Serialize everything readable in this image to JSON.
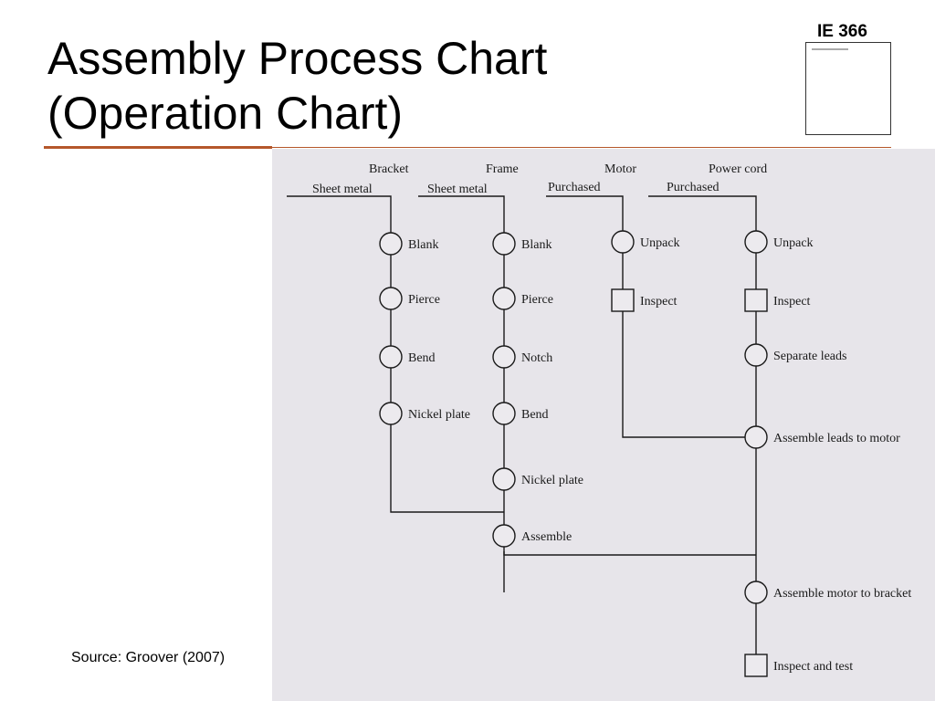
{
  "slide": {
    "title_line1": "Assembly Process Chart",
    "title_line2": "(Operation Chart)",
    "course": "IE 366",
    "source": "Source: Groover (2007)"
  },
  "colors": {
    "accent": "#b5572b",
    "scan_background": "#e7e5ea",
    "diagram_ink": "#1a1a1a"
  },
  "diagram": {
    "components": [
      {
        "name": "Bracket",
        "material": "Sheet metal"
      },
      {
        "name": "Frame",
        "material": "Sheet metal"
      },
      {
        "name": "Motor",
        "material": "Purchased"
      },
      {
        "name": "Power cord",
        "material": "Purchased"
      }
    ],
    "steps": {
      "bracket": [
        {
          "type": "operation",
          "label": "Blank"
        },
        {
          "type": "operation",
          "label": "Pierce"
        },
        {
          "type": "operation",
          "label": "Bend"
        },
        {
          "type": "operation",
          "label": "Nickel plate"
        }
      ],
      "frame": [
        {
          "type": "operation",
          "label": "Blank"
        },
        {
          "type": "operation",
          "label": "Pierce"
        },
        {
          "type": "operation",
          "label": "Notch"
        },
        {
          "type": "operation",
          "label": "Bend"
        },
        {
          "type": "operation",
          "label": "Nickel plate"
        },
        {
          "type": "operation",
          "label": "Assemble"
        }
      ],
      "motor": [
        {
          "type": "operation",
          "label": "Unpack"
        },
        {
          "type": "inspection",
          "label": "Inspect"
        }
      ],
      "cord": [
        {
          "type": "operation",
          "label": "Unpack"
        },
        {
          "type": "inspection",
          "label": "Inspect"
        },
        {
          "type": "operation",
          "label": "Separate leads"
        },
        {
          "type": "operation",
          "label": "Assemble leads to motor"
        }
      ],
      "final": [
        {
          "type": "operation",
          "label": "Assemble motor to bracket"
        },
        {
          "type": "inspection",
          "label": "Inspect and test"
        }
      ]
    }
  }
}
